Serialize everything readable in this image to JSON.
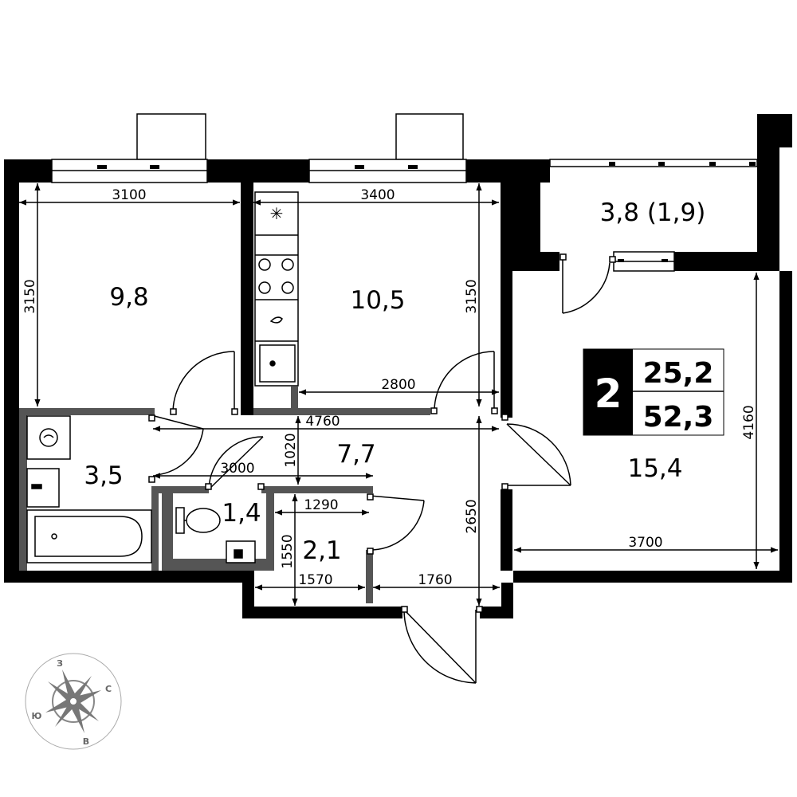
{
  "rooms": {
    "bedroom": "9,8",
    "kitchen": "10,5",
    "balcony": "3,8 (1,9)",
    "living": "15,4",
    "hall": "7,7",
    "bathroom": "3,5",
    "toilet": "1,4",
    "closet": "2,1"
  },
  "summary": {
    "rooms_count": "2",
    "living_area": "25,2",
    "total_area": "52,3"
  },
  "dimensions": {
    "bedroom_width": "3100",
    "bedroom_height": "3150",
    "kitchen_width": "3400",
    "kitchen_height": "3150",
    "kitchen_bottom": "2800",
    "hall_width": "4760",
    "hall_height": "1020",
    "hall_inner": "3000",
    "toilet_width": "1290",
    "closet_height": "1550",
    "closet_width": "1570",
    "entry_width": "1760",
    "corridor_height": "2650",
    "living_width": "3700",
    "living_height": "4160"
  },
  "compass": {
    "n": "З",
    "e": "С",
    "s": "В",
    "w": "Ю"
  },
  "colors": {
    "wall": "#000000",
    "partition": "#555555",
    "line": "#000000"
  }
}
